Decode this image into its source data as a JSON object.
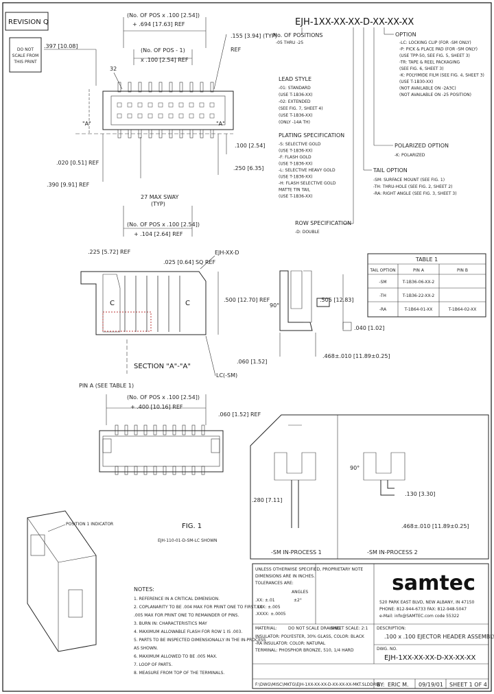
{
  "title_block": {
    "revision": "REVISION Q",
    "do_not_scale": [
      "DO NOT",
      "SCALE FROM",
      "THIS PRINT"
    ],
    "part_number": "EJH-1XX-XX-XX-D-XX-XX-XX",
    "description": ".100 x .100 EJECTOR HEADER ASSEMBLY",
    "by_label": "BY:",
    "by": "ERIC M.",
    "date": "09/19/01",
    "sheet": "SHEET 1 OF 4",
    "dwg_no_label": "DWG. NO.",
    "description_label": "DESCRIPTION:",
    "material_label": "MATERIAL:",
    "material": [
      "INSULATOR: POLYESTER, 30% GLASS, COLOR: BLACK",
      "-RA INSULATOR: COLOR: NATURAL",
      "TERMINAL: PHOSPHOR BRONZE, 510, 1/4 HARD"
    ],
    "tolerances": [
      "UNLESS OTHERWISE SPECIFIED,",
      "DIMENSIONS ARE IN INCHES.",
      "TOLERANCES ARE:"
    ],
    "tol_values": [
      ".XX: ±.01",
      ".XXX: ±.005",
      ".XXXX: ±.0005"
    ],
    "angles_label": "ANGLES",
    "angles_value": "±2°",
    "proprietary_title": "PROPRIETARY NOTE",
    "scale_note": "DO NOT SCALE DRAWING",
    "sheet_scale": "SHEET SCALE: 2:1",
    "file_path": "F:\\DWG\\MISC\\MKTG\\EJH-1XX-XX-XX-D-XX-XX-XX-MKT.SLDDRW",
    "company_logo": "samtec",
    "company_address": [
      "520 PARK EAST BLVD, NEW ALBANY, IN 47150",
      "PHONE: 812-944-6733   FAX: 812-948-5047",
      "e-Mail: info@SAMTEC.com   code 55322"
    ]
  },
  "part_code": {
    "code": "EJH-1XX-XX-XX-D-XX-XX-XX",
    "no_of_positions": "No. OF POSITIONS",
    "positions_range": "-05 THRU -25",
    "option_title": "OPTION",
    "option_lines": [
      "-LC: LOCKING CLIP (FOR -SM ONLY)",
      "-P: PICK & PLACE PAD (FOR -SM ONLY)",
      "(USE TPP-50, SEE FIG. 5, SHEET 3)",
      "-TR: TAPE & REEL PACKAGING",
      "(SEE FIG. 6, SHEET 3)",
      "-K: POLYIMIDE FILM (SEE FIG. 4, SHEET 3)",
      "(USE T-1B30-XX)",
      "(NOT AVAILABLE ON -2A3C)",
      "(NOT AVAILABLE ON -25 POSITION)"
    ],
    "lead_style_title": "LEAD STYLE",
    "lead_style_lines": [
      "-01: STANDARD",
      "(USE T-1B36-XX)",
      "-02: EXTENDED",
      "(SEE FIG. 7, SHEET 4)",
      "(USE T-1B36-XX)",
      "(ONLY -14A TH)"
    ],
    "plating_title": "PLATING SPECIFICATION",
    "plating_lines": [
      "-S: SELECTIVE GOLD",
      "(USE T-1B36-XX)",
      "-F: FLASH GOLD",
      "(USE T-1B36-XX)",
      "-L: SELECTIVE HEAVY GOLD",
      "(USE T-1B36-XX)",
      "-H: FLASH SELECTIVE GOLD",
      "MATTE TIN TAIL",
      "(USE T-1B36-XX)"
    ],
    "polarized_title": "POLARIZED OPTION",
    "polarized_lines": [
      "-K: POLARIZED"
    ],
    "tail_title": "TAIL OPTION",
    "tail_lines": [
      "-SM: SURFACE MOUNT (SEE FIG. 1)",
      "-TH: THRU-HOLE (SEE FIG. 2, SHEET 2)",
      "-RA: RIGHT ANGLE (SEE FIG. 3, SHEET 3)"
    ],
    "row_title": "ROW SPECIFICATION",
    "row_lines": [
      "-D: DOUBLE"
    ]
  },
  "table1": {
    "title": "TABLE 1",
    "headers": [
      "TAIL OPTION",
      "PIN A",
      "PIN B"
    ],
    "rows": [
      [
        "-SM",
        "T-1B36-06-XX-2",
        ""
      ],
      [
        "-TH",
        "T-1B36-22-XX-2",
        ""
      ],
      [
        "-RA",
        "T-1B64-01-XX",
        "T-1B64-02-XX"
      ]
    ]
  },
  "dimensions": {
    "top_pos": "(No. OF POS x .100 [2.54])",
    "top_694": "+ .694 [17.63] REF",
    "top_pos2": "(No. OF POS - 1)",
    "top_100_ref": "x .100 [2.54] REF",
    "d_397": ".397 [10.08]",
    "d_155": ".155 [3.94] (TYP)",
    "ref": "REF",
    "n32": "32",
    "aa": "\"A\"",
    "d_020": ".020 [0.51] REF",
    "d_390": ".390 [9.91] REF",
    "d_100": ".100 [2.54]",
    "d_250": ".250 [6.35]",
    "d_27": "27 MAX SWAY",
    "typ": "(TYP)",
    "bot_pos": "(No. OF POS x .100 [2.54])",
    "d_104": "+ .104 [2.64] REF",
    "d_225": ".225 [5.72] REF",
    "d_025": ".025 [0.64] SQ REF",
    "ejh_xxx": "EJH-XX-D",
    "d_500": ".500 [12.70] REF",
    "d_060_152": ".060 [1.52]",
    "lc_sm": "LC(-SM)",
    "section_aa": "SECTION \"A\"-\"A\"",
    "pin_a": "PIN A (SEE TABLE 1)",
    "d_400": "+ .400 [10.16] REF",
    "d_060_ref": ".060 [1.52] REF",
    "d_90": "90°",
    "d_505": ".505 [12.83]",
    "d_040": ".040 [1.02]",
    "d_468": ".468±.010 [11.89±0.25]",
    "d_280": ".280 [7.11]",
    "d_130": ".130 [3.30]",
    "d_468b": ".468±.010 [11.89±0.25]",
    "in_process_1": "-SM IN-PROCESS 1",
    "in_process_2": "-SM IN-PROCESS 2",
    "pos_indicator": "POSITION 1 INDICATOR",
    "fig_title": "FIG. 1",
    "fig_sub": "EJH-110-01-D-SM-LC SHOWN"
  },
  "notes": {
    "title": "NOTES:",
    "items": [
      "1. REFERENCE IN A CRITICAL DIMENSION.",
      "2. COPLANARITY TO BE .004 MAX FOR PRINT ONE TO FIRST 10",
      "   .005 MAX FOR PRINT ONE TO REMAINDER OF PINS.",
      "3. BURN IN: CHARACTERISTICS MAY",
      "4. MAXIMUM ALLOWABLE FLASH FOR ROW 1 IS .003.",
      "5. PARTS TO BE INSPECTED DIMENSIONALLY IN THE IN-PROCESS",
      "   AS SHOWN.",
      "6. MAXIMUM ALLOWED TO BE .005 MAX.",
      "7. LOOP OF PARTS.",
      "8. MEASURE FROM TOP OF THE TERMINALS."
    ]
  }
}
